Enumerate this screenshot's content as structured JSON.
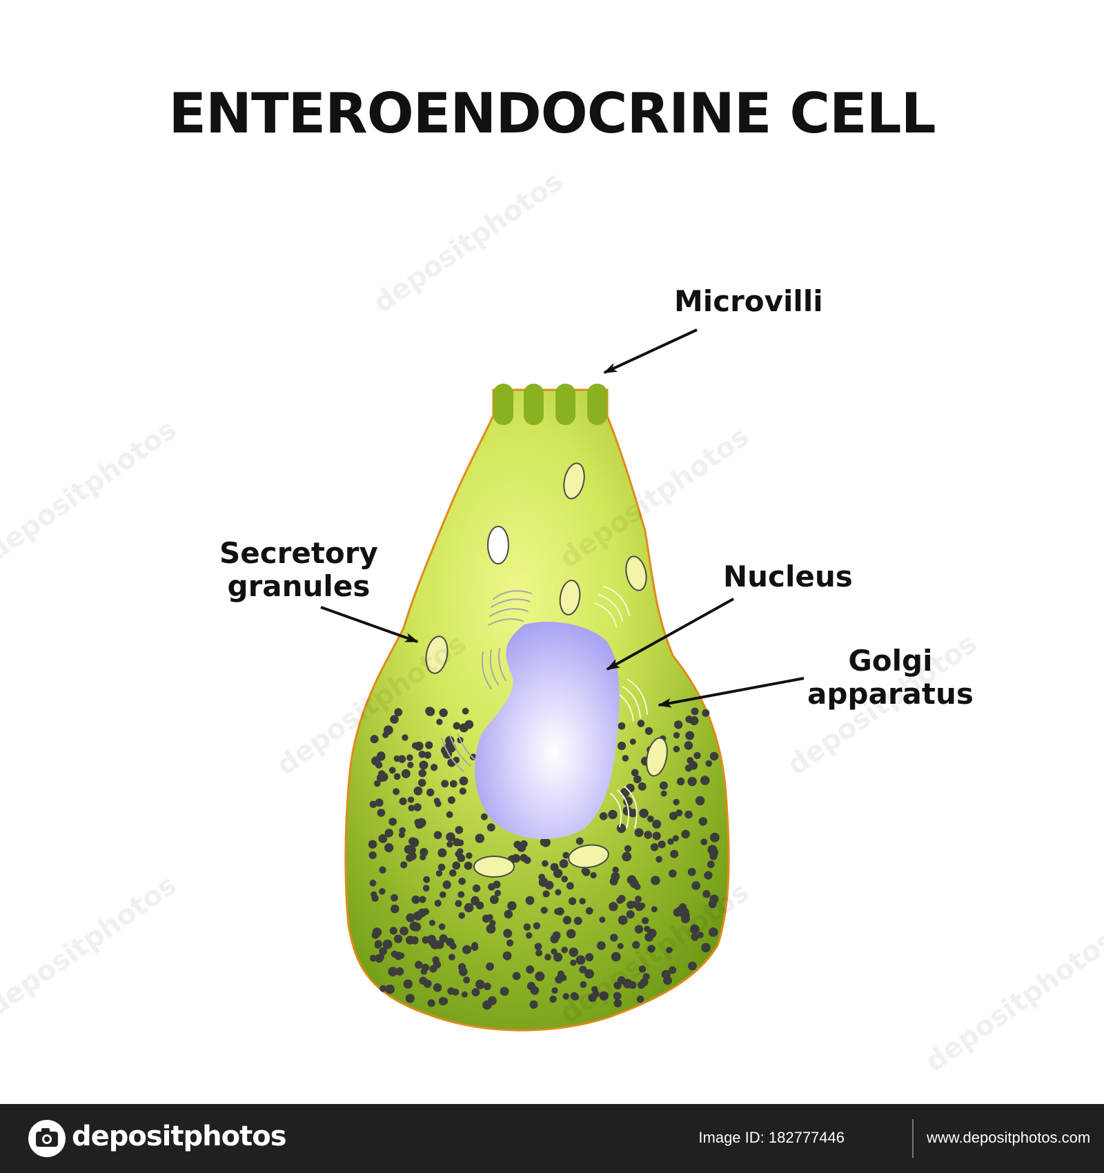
{
  "title": "ENTEROENDOCRINE CELL",
  "labels": {
    "microvilli": "Microvilli",
    "secretory_line1": "Secretory",
    "secretory_line2": "granules",
    "nucleus": "Nucleus",
    "golgi_line1": "Golgi",
    "golgi_line2": "apparatus"
  },
  "footer": {
    "brand": "depositphotos",
    "image_id_label": "Image ID:",
    "image_id": "182777446",
    "image_id_text": "Image ID: 182777446",
    "site": "www.depositphotos.com"
  },
  "watermark": "depositphotos",
  "colors": {
    "cell_center": "#e8f57a",
    "cell_edge": "#6f9a16",
    "cell_outline": "#e08a1a",
    "nucleus": "#a9a4f2",
    "granule": "#f3f4a8",
    "dense_granule": "#3c3c3c",
    "footer_bg": "#202020"
  },
  "icons": {
    "logo": "camera-logo-icon"
  }
}
